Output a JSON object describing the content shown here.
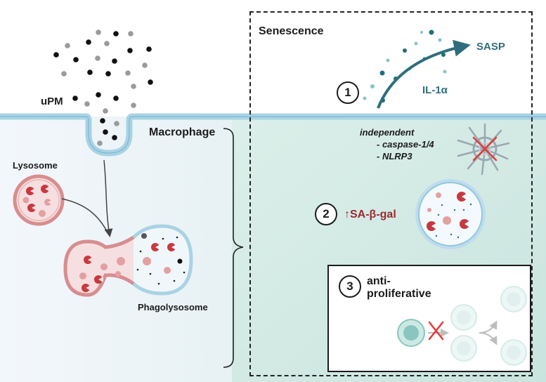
{
  "labels": {
    "upm": "uPM",
    "senescence": "Senescence",
    "sasp": "SASP",
    "il1a": "IL-1α",
    "macrophage": "Macrophage",
    "lysosome": "Lysosome",
    "phagolysosome": "Phagolysosome",
    "independent": "independent",
    "caspase": "-  caspase-1/4",
    "nlrp3": "-  NLRP3",
    "sabgal": "↑SA-β-gal",
    "antiprolif_1": "anti-",
    "antiprolif_2": "proliferative"
  },
  "steps": [
    "1",
    "2",
    "3"
  ],
  "colors": {
    "extracellular": "#ffffff",
    "macrophage_cyto": "#eef5f8",
    "senescent_cyto": "#d5ebe6",
    "membrane": "#a9d3e4",
    "lysosome_fill": "#f6dfe0",
    "lysosome_membrane": "#d88d8f",
    "enzyme_dark": "#c8393f",
    "enzyme_light": "#e3a0a1",
    "sasp_arrow": "#2f6d7d",
    "sabgal_text": "#9b2a2f",
    "inhibit_x": "#e53935"
  }
}
